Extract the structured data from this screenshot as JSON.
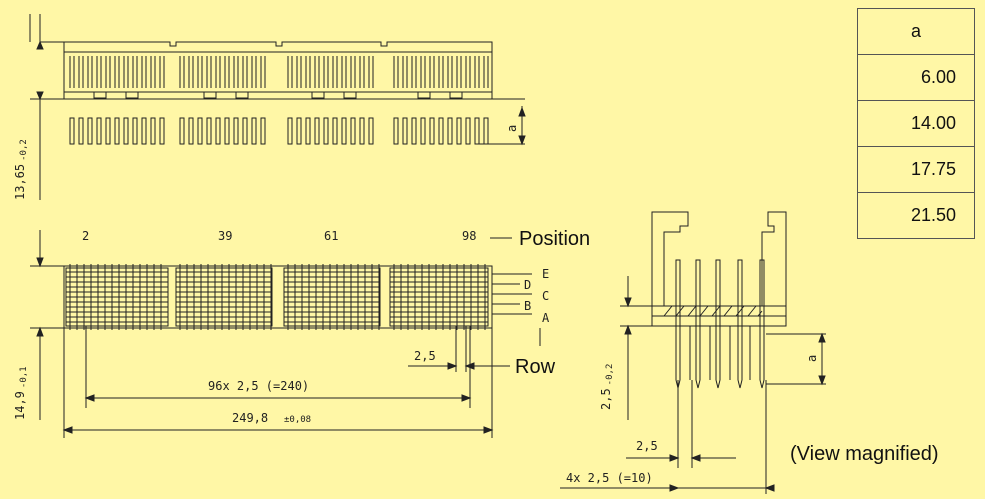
{
  "table": {
    "header": "a",
    "values": [
      "6.00",
      "14.00",
      "17.75",
      "21.50"
    ]
  },
  "labels": {
    "position": "Position",
    "row": "Row",
    "view_magnified": "(View magnified)"
  },
  "drawing": {
    "positions": [
      "2",
      "39",
      "61",
      "98"
    ],
    "rows": [
      "E",
      "D",
      "C",
      "B",
      "A"
    ],
    "dim_total_height": "13,65",
    "dim_total_height_tol": "-0,2",
    "dim_side_height": "14,9",
    "dim_side_height_tol": "-0,1",
    "dim_pitch": "2,5",
    "dim_span": "96x 2,5 (=240)",
    "dim_length": "249,8",
    "dim_length_tol": "±0,08",
    "dim_a": "a",
    "dim_detail_height": "2,5",
    "dim_detail_height_tol": "-0,2",
    "dim_detail_pitch": "2,5",
    "dim_detail_span": "4x 2,5 (=10)"
  }
}
